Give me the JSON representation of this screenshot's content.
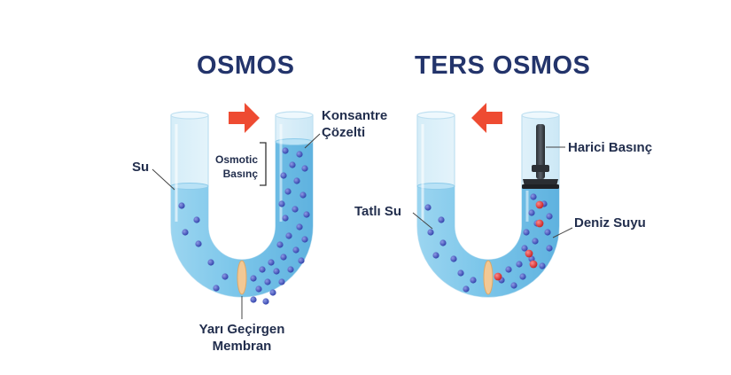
{
  "osmosis": {
    "title": "OSMOS",
    "labels": {
      "water": "Su",
      "concentrate_line1": "Konsantre",
      "concentrate_line2": "Çözelti",
      "osmotic_line1": "Osmotic",
      "osmotic_line2": "Basınç",
      "membrane_line1": "Yarı Geçirgen",
      "membrane_line2": "Membran"
    }
  },
  "reverse_osmosis": {
    "title": "TERS OSMOS",
    "labels": {
      "fresh_water": "Tatlı Su",
      "external_pressure": "Harici Basınç",
      "sea_water": "Deniz Suyu"
    }
  },
  "colors": {
    "title": "#23346b",
    "label": "#222e4d",
    "water": "#7cc8ec",
    "tube_glass": "#e4f4fb",
    "molecule": "#3d4fb6",
    "salt": "#d22d2d",
    "arrow": "#ee4b32",
    "membrane": "#f2c894",
    "piston": "#3a3f45"
  },
  "icons": [
    "arrow-right-icon",
    "arrow-left-icon",
    "piston-icon"
  ]
}
